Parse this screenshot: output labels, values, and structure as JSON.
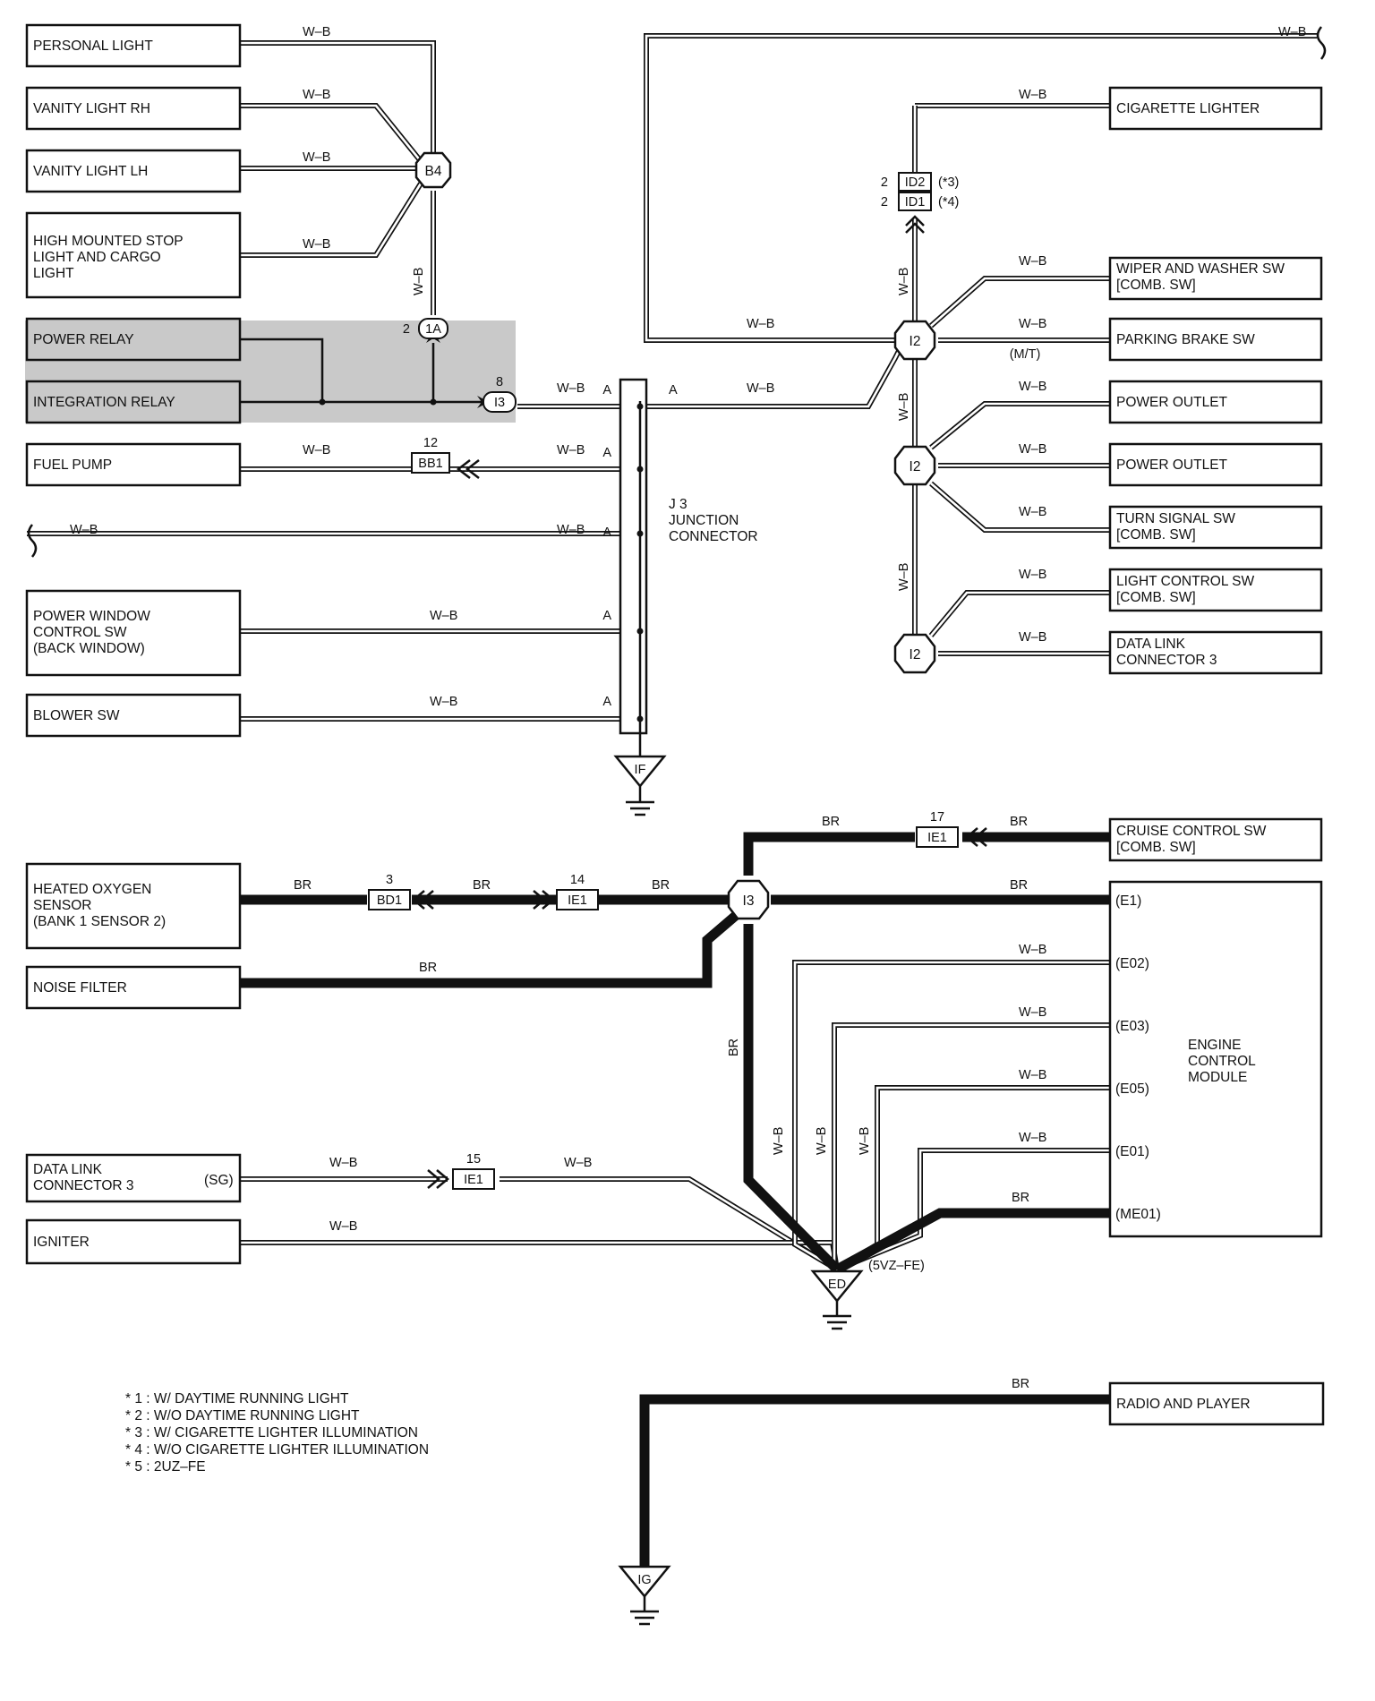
{
  "wire_colors": {
    "w_b": "W–B",
    "br": "BR"
  },
  "components": {
    "personal_light": "PERSONAL LIGHT",
    "vanity_rh": "VANITY LIGHT RH",
    "vanity_lh": "VANITY LIGHT LH",
    "high_mounted_stop": [
      "HIGH MOUNTED STOP",
      "LIGHT AND CARGO",
      "LIGHT"
    ],
    "power_relay": "POWER RELAY",
    "integration_relay": "INTEGRATION RELAY",
    "fuel_pump": "FUEL PUMP",
    "power_window": [
      "POWER WINDOW",
      "CONTROL SW",
      "(BACK WINDOW)"
    ],
    "blower_sw": "BLOWER SW",
    "cigarette_lighter": "CIGARETTE LIGHTER",
    "wiper_washer": [
      "WIPER AND WASHER SW",
      "[COMB.  SW]"
    ],
    "parking_brake": "PARKING BRAKE SW",
    "power_outlet_1": "POWER OUTLET",
    "power_outlet_2": "POWER OUTLET",
    "turn_signal": [
      "TURN SIGNAL SW",
      "[COMB.  SW]"
    ],
    "light_control": [
      "LIGHT CONTROL SW",
      "[COMB.  SW]"
    ],
    "dlc3_top": [
      "DATA LINK",
      "CONNECTOR 3"
    ],
    "cruise_control": [
      "CRUISE CONTROL SW",
      "[COMB.  SW]"
    ],
    "heated_o2": [
      "HEATED OXYGEN",
      "SENSOR",
      "(BANK 1 SENSOR 2)"
    ],
    "noise_filter": "NOISE FILTER",
    "dlc3_bottom": [
      "DATA LINK",
      "CONNECTOR 3"
    ],
    "dlc3_bottom_pin": "(SG)",
    "igniter": "IGNITER",
    "ecm": [
      "ENGINE",
      "CONTROL",
      "MODULE"
    ],
    "ecm_pins": [
      "(E1)",
      "(E02)",
      "(E03)",
      "(E05)",
      "(E01)",
      "(ME01)"
    ],
    "radio": "RADIO AND PLAYER"
  },
  "connectors": {
    "b4": "B4",
    "c1a": "1A",
    "c1a_pin": "2",
    "i3_top": "I3",
    "i3_top_pin": "8",
    "bb1": "BB1",
    "bb1_pin": "12",
    "id2": "ID2",
    "id1": "ID1",
    "id_pin": "2",
    "id2_note": "(*3)",
    "id1_note": "(*4)",
    "i2": "I2",
    "i3_bottom": "I3",
    "ie1": "IE1",
    "bd1": "BD1",
    "bd1_pin": "3",
    "ie1_pin_a": "14",
    "ie1_pin_b": "17",
    "ie1_pin_c": "15",
    "mt_note": "(M/T)",
    "j3_pin": "A",
    "j3_label": [
      "J 3",
      "JUNCTION",
      "CONNECTOR"
    ]
  },
  "grounds": {
    "if": "IF",
    "ed": "ED",
    "ed_note": "(5VZ–FE)",
    "ig": "IG"
  },
  "footnotes": [
    "* 1 : W/ DAYTIME RUNNING LIGHT",
    "* 2 : W/O DAYTIME RUNNING LIGHT",
    "* 3 : W/ CIGARETTE LIGHTER ILLUMINATION",
    "* 4 : W/O CIGARETTE LIGHTER ILLUMINATION",
    "* 5 : 2UZ–FE"
  ]
}
